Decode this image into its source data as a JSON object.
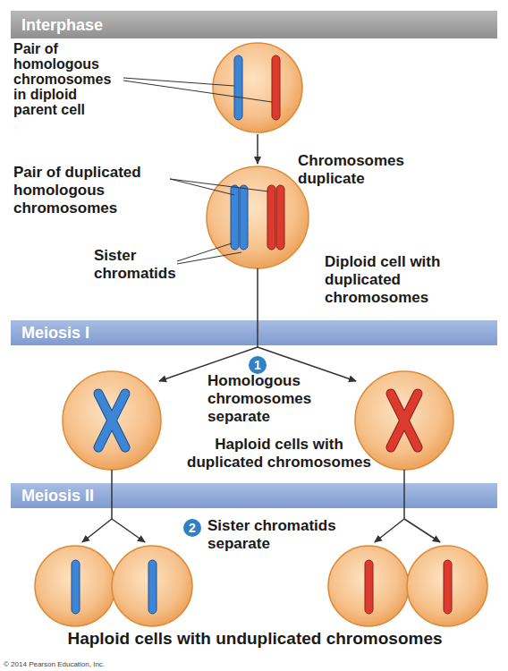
{
  "diagram": {
    "nodes": [
      {
        "text": [
          "Interphase"
        ]
      },
      {
        "text": [
          "Meiosis I"
        ]
      },
      {
        "text": [
          "Meiosis II"
        ]
      }
    ],
    "labels": [
      "Pair of homologous chromosomes in diploid parent cell",
      "Chromosomes duplicate",
      "Pair of duplicated homologous chromosomes",
      "Sister chromatids",
      "Diploid cell with duplicated chromosomes",
      "1",
      "Homologous chromosomes separate",
      "Haploid cells with duplicated chromosomes",
      "2",
      "Sister chromatids separate",
      "Haploid cells with unduplicated chromosomes",
      "© 2014 Pearson Education, Inc."
    ]
  }
}
